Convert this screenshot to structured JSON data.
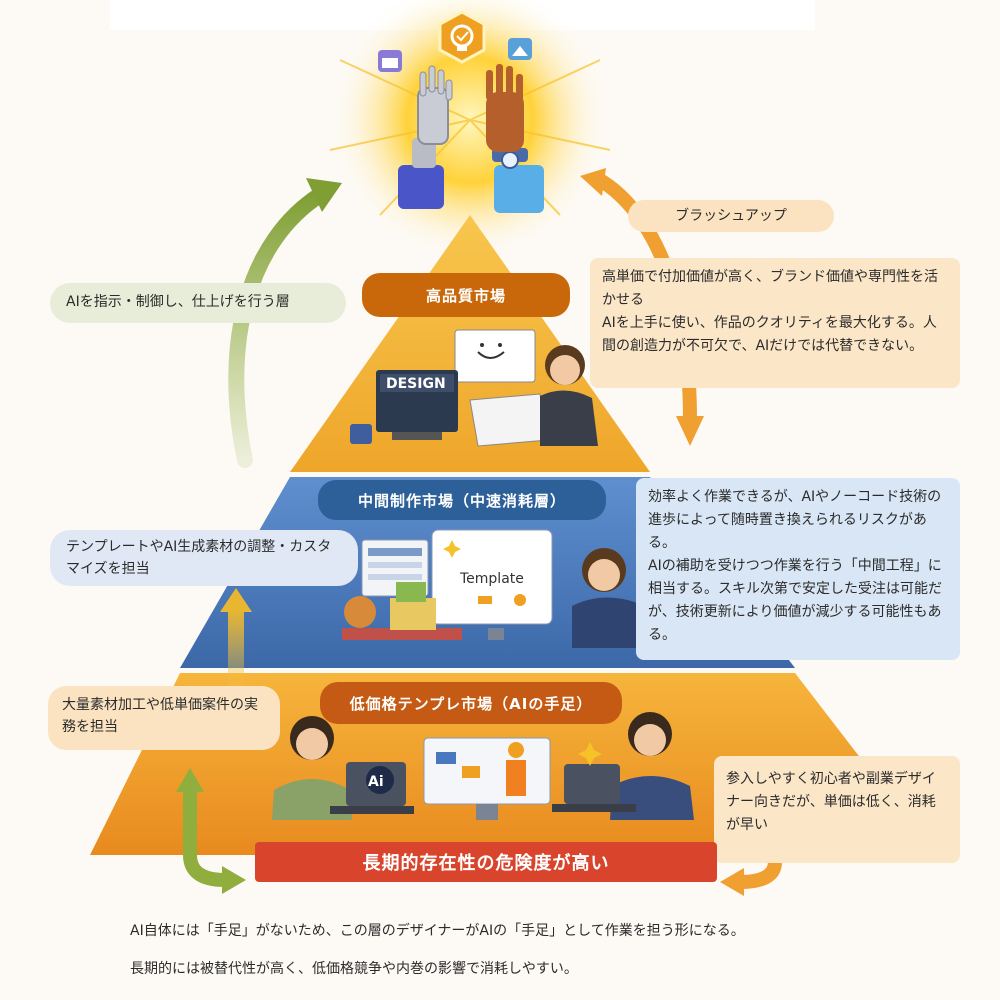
{
  "tiers": {
    "top": {
      "label": "高品質市場"
    },
    "middle": {
      "label": "中間制作市場（中速消耗層）"
    },
    "bottom": {
      "label": "低価格テンプレ市場（AIの手足）"
    }
  },
  "notes": {
    "top_right": "高単価で付加価値が高く、ブランド価値や専門性を活かせる\nAIを上手に使い、作品のクオリティを最大化する。人間の創造力が不可欠で、AIだけでは代替できない。",
    "middle_right": "効率よく作業できるが、AIやノーコード技術の進歩によって随時置き換えられるリスクがある。\nAIの補助を受けつつ作業を行う「中間工程」に相当する。スキル次第で安定した受注は可能だが、技術更新により価値が減少する可能性もある。",
    "bottom_right": "参入しやすく初心者や副業デザイナー向きだが、単価は低く、消耗が早い"
  },
  "pills": {
    "top_left": "AIを指示・制御し、仕上げを行う層",
    "middle_left": "テンプレートやAI生成素材の調整・カスタマイズを担当",
    "bottom_left": "大量素材加工や低単価案件の実務を担当",
    "brushup": "ブラッシュアップ"
  },
  "illustration_text": {
    "design_sign": "DESIGN",
    "template_text": "Template",
    "ai_logo": "Ai"
  },
  "danger_banner": "長期的存在性の危険度が高い",
  "footer": {
    "line1": "AI自体には「手足」がないため、この層のデザイナーがAIの「手足」として作業を担う形になる。",
    "line2": "長期的には被替代性が高く、低価格競争や内巻の影響で消耗しやすい。"
  },
  "colors": {
    "tier_top": "#f2b43c",
    "tier_middle": "#4e7dbf",
    "tier_bottom": "#f0a030",
    "arrow_green": "#8fae3e",
    "arrow_orange": "#f0a030",
    "danger": "#d9442c"
  }
}
